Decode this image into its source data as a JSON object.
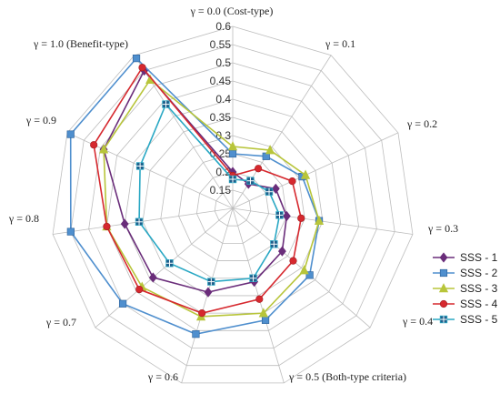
{
  "chart_data": {
    "type": "radar",
    "axes": [
      "γ = 0.0 (Cost-type)",
      "γ = 0.1",
      "γ = 0.2",
      "γ = 0.3",
      "γ = 0.4",
      "γ = 0.5 (Both-type criteria)",
      "γ = 0.6",
      "γ = 0.7",
      "γ = 0.8",
      "γ = 0.9",
      "γ = 1.0 (Benefit-type)"
    ],
    "rlim": [
      0.1,
      0.6
    ],
    "ticks": [
      0.15,
      0.2,
      0.25,
      0.3,
      0.35,
      0.4,
      0.45,
      0.5,
      0.55,
      0.6
    ],
    "tick_labels": [
      "0.15",
      "0.2",
      "0.25",
      "0.3",
      "0.35",
      "0.4",
      "0.45",
      "0.5",
      "0.55",
      "0.6"
    ],
    "grid": true,
    "legend_position": "right",
    "series": [
      {
        "name": "SSS - 1",
        "color": "#6a2d7a",
        "marker": "diamond",
        "values": [
          0.2,
          0.18,
          0.23,
          0.25,
          0.28,
          0.31,
          0.34,
          0.39,
          0.4,
          0.49,
          0.55
        ]
      },
      {
        "name": "SSS - 2",
        "color": "#4f8fce",
        "marker": "square",
        "values": [
          0.25,
          0.27,
          0.31,
          0.34,
          0.38,
          0.42,
          0.46,
          0.5,
          0.55,
          0.59,
          0.59
        ]
      },
      {
        "name": "SSS - 3",
        "color": "#b8c53a",
        "marker": "triangle",
        "values": [
          0.27,
          0.29,
          0.32,
          0.34,
          0.36,
          0.4,
          0.41,
          0.43,
          0.45,
          0.49,
          0.52
        ]
      },
      {
        "name": "SSS - 4",
        "color": "#d6282e",
        "marker": "circle",
        "values": [
          0.19,
          0.23,
          0.28,
          0.29,
          0.32,
          0.36,
          0.4,
          0.44,
          0.45,
          0.52,
          0.56
        ]
      },
      {
        "name": "SSS - 5",
        "color": "#2aa8c4",
        "marker": "cross-square",
        "values": [
          0.18,
          0.19,
          0.21,
          0.23,
          0.25,
          0.3,
          0.31,
          0.33,
          0.36,
          0.38,
          0.44
        ]
      }
    ]
  }
}
